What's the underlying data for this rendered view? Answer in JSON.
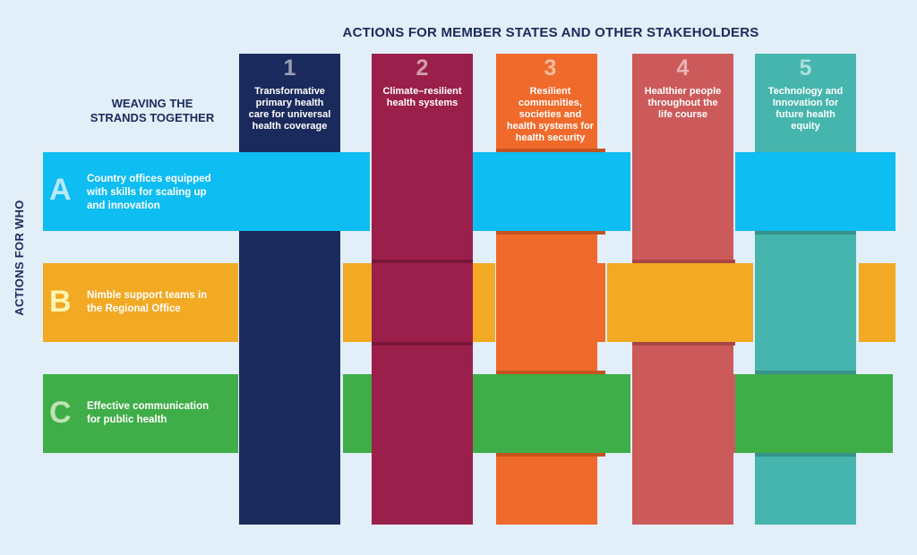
{
  "title": "ACTIONS FOR MEMBER STATES AND OTHER STAKEHOLDERS",
  "weaving_lines": [
    "WEAVING THE",
    "STRANDS TOGETHER"
  ],
  "side_label": "ACTIONS FOR WHO",
  "columns": [
    {
      "number": "1",
      "lines": [
        "Transformative",
        "primary health",
        "care for universal",
        "health coverage"
      ],
      "color": "#1b2a5c"
    },
    {
      "number": "2",
      "lines": [
        "Climate–resilient",
        "health systems"
      ],
      "color": "#9b1f4b"
    },
    {
      "number": "3",
      "lines": [
        "Resilient",
        "communities,",
        "societies and",
        "health systems for",
        "health security"
      ],
      "color": "#ef6a2b"
    },
    {
      "number": "4",
      "lines": [
        "Healthier people",
        "throughout the",
        "life course"
      ],
      "color": "#cd5a5a"
    },
    {
      "number": "5",
      "lines": [
        "Technology and",
        "Innovation for",
        "future health",
        "equity"
      ],
      "color": "#46b5ad"
    }
  ],
  "rows": [
    {
      "letter": "A",
      "lines": [
        "Country offices equipped",
        "with skills for scaling up",
        "and innovation"
      ],
      "color": "#0ebdf1",
      "letter_color": "#b9e8f8"
    },
    {
      "letter": "B",
      "lines": [
        "Nimble support teams in",
        "the Regional Office"
      ],
      "color": "#f2a923",
      "letter_color": "#fff6b0"
    },
    {
      "letter": "C",
      "lines": [
        "Effective communication",
        "for public health"
      ],
      "color": "#3fad48",
      "letter_color": "#bfe3b2"
    }
  ]
}
